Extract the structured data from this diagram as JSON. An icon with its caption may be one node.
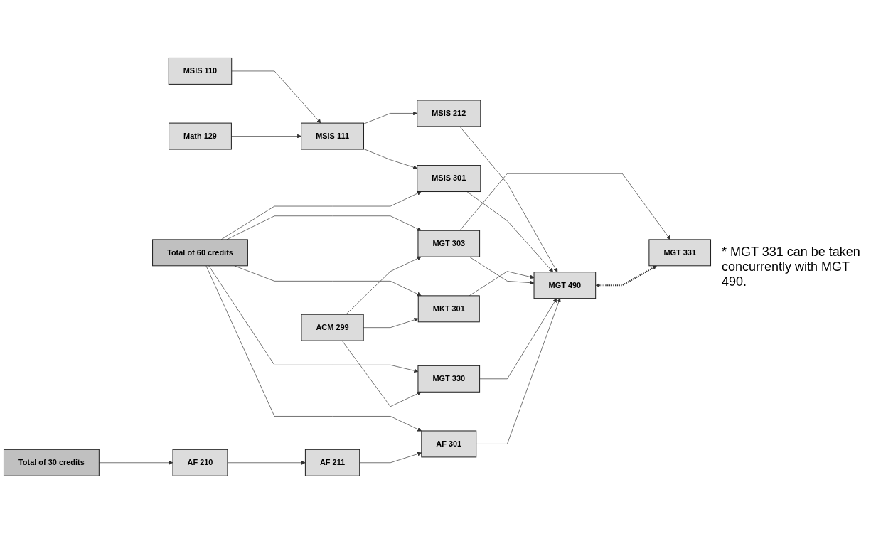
{
  "diagram": {
    "nodes": [
      {
        "text": [
          "MSIS 212"
        ]
      },
      {
        "text": [
          "MGT 490"
        ]
      },
      {
        "text": [
          "MSIS 110"
        ]
      },
      {
        "text": [
          "MSIS 111"
        ]
      },
      {
        "text": [
          "MSIS 301"
        ]
      },
      {
        "text": [
          "Math 129"
        ]
      },
      {
        "text": [
          "MKT 301"
        ]
      },
      {
        "text": [
          "Total of 60 credits"
        ]
      },
      {
        "text": [
          "MGT  303"
        ]
      },
      {
        "text": [
          "ACM 299"
        ]
      },
      {
        "text": [
          "MGT  330"
        ]
      },
      {
        "text": [
          "MGT 331"
        ]
      },
      {
        "text": [
          "Total of 30 credits"
        ]
      },
      {
        "text": [
          "AF 210"
        ]
      },
      {
        "text": [
          "AF 211"
        ]
      },
      {
        "text": [
          "AF 301"
        ]
      }
    ],
    "edges": [
      {
        "from": 2,
        "to": 3,
        "arrow": "to"
      },
      {
        "from": 5,
        "to": 3,
        "arrow": "to"
      },
      {
        "from": 3,
        "to": 0,
        "arrow": "to"
      },
      {
        "from": 3,
        "to": 4,
        "arrow": "to"
      },
      {
        "from": 7,
        "to": 4,
        "arrow": "to"
      },
      {
        "from": 7,
        "to": 6,
        "arrow": "to"
      },
      {
        "from": 7,
        "to": 8,
        "arrow": "to"
      },
      {
        "from": 7,
        "to": 10,
        "arrow": "to"
      },
      {
        "from": 7,
        "to": 15,
        "arrow": "to"
      },
      {
        "from": 9,
        "to": 6,
        "arrow": "to"
      },
      {
        "from": 9,
        "to": 8,
        "arrow": "to"
      },
      {
        "from": 9,
        "to": 10,
        "arrow": "to"
      },
      {
        "from": 0,
        "to": 1,
        "arrow": "to"
      },
      {
        "from": 4,
        "to": 1,
        "arrow": "to"
      },
      {
        "from": 6,
        "to": 1,
        "arrow": "to"
      },
      {
        "from": 8,
        "to": 1,
        "arrow": "to"
      },
      {
        "from": 10,
        "to": 1,
        "arrow": "to"
      },
      {
        "from": 15,
        "to": 1,
        "arrow": "to"
      },
      {
        "from": 8,
        "to": 11,
        "arrow": "to"
      },
      {
        "from": 1,
        "to": 11,
        "arrow": "both",
        "style": "dashed"
      },
      {
        "from": 12,
        "to": 13,
        "arrow": "to"
      },
      {
        "from": 13,
        "to": 14,
        "arrow": "to"
      },
      {
        "from": 14,
        "to": 15,
        "arrow": "to"
      }
    ],
    "labels": [
      "* MGT 331 can be taken concurrently with MGT 490."
    ]
  }
}
